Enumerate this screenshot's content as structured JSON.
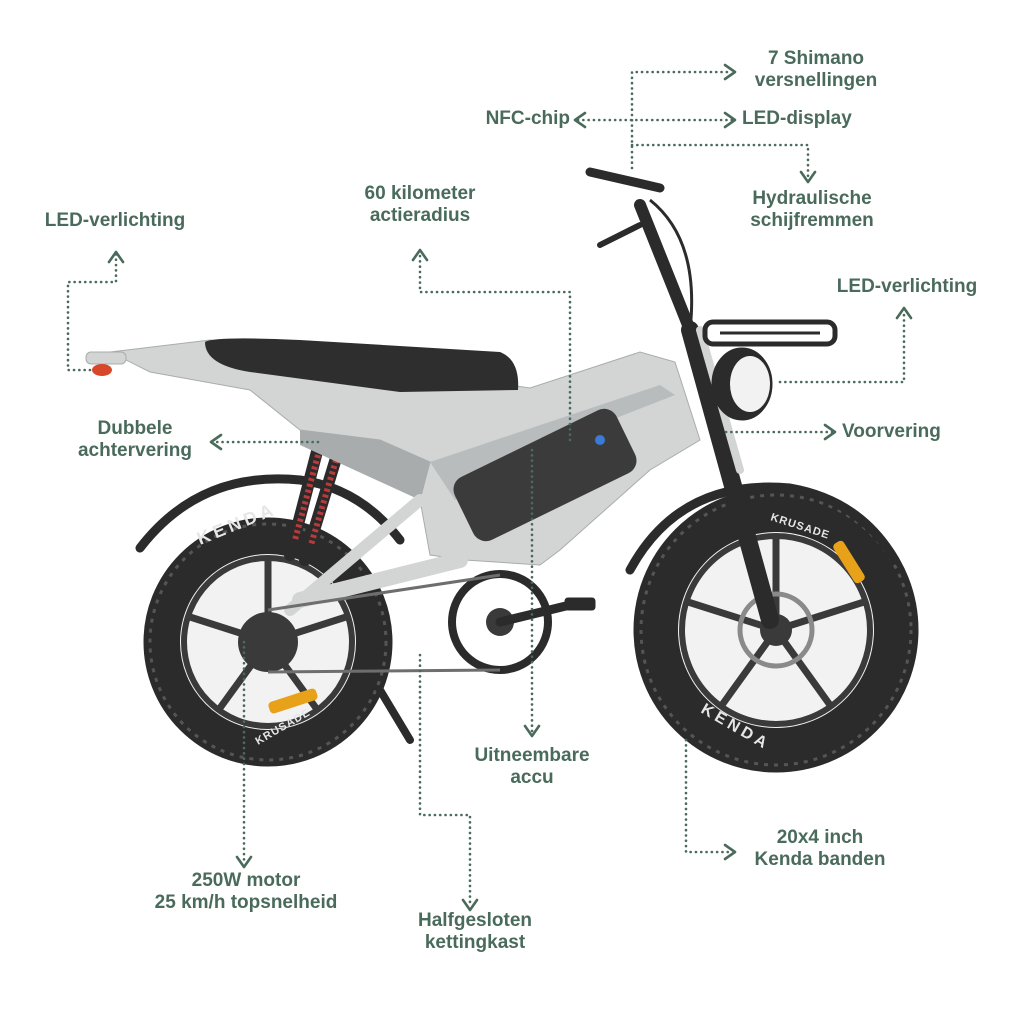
{
  "colors": {
    "label": "#4a6b5c",
    "frame": "#d3d5d5",
    "frame_shade": "#a9acad",
    "tire": "#2b2b2b",
    "rim": "#3a3a3a",
    "seat": "#2e2e2e",
    "battery": "#3b3b3b",
    "reflector": "#e8a21a",
    "taillight": "#d9472b"
  },
  "tire_brand": "KENDA",
  "tire_model": "KRUSADE",
  "labels": {
    "gears": [
      "7 Shimano",
      "versnellingen"
    ],
    "nfc": [
      "NFC-chip"
    ],
    "display": [
      "LED-display"
    ],
    "brakes": [
      "Hydraulische",
      "schijfremmen"
    ],
    "rear_light": [
      "LED-verlichting"
    ],
    "range": [
      "60 kilometer",
      "actieradius"
    ],
    "front_light": [
      "LED-verlichting"
    ],
    "rear_suspension": [
      "Dubbele",
      "achtervering"
    ],
    "front_suspension": [
      "Voorvering"
    ],
    "battery": [
      "Uitneembare",
      "accu"
    ],
    "tires": [
      "20x4 inch",
      "Kenda banden"
    ],
    "motor": [
      "250W motor",
      "25 km/h topsnelheid"
    ],
    "chain_case": [
      "Halfgesloten",
      "kettingkast"
    ]
  }
}
